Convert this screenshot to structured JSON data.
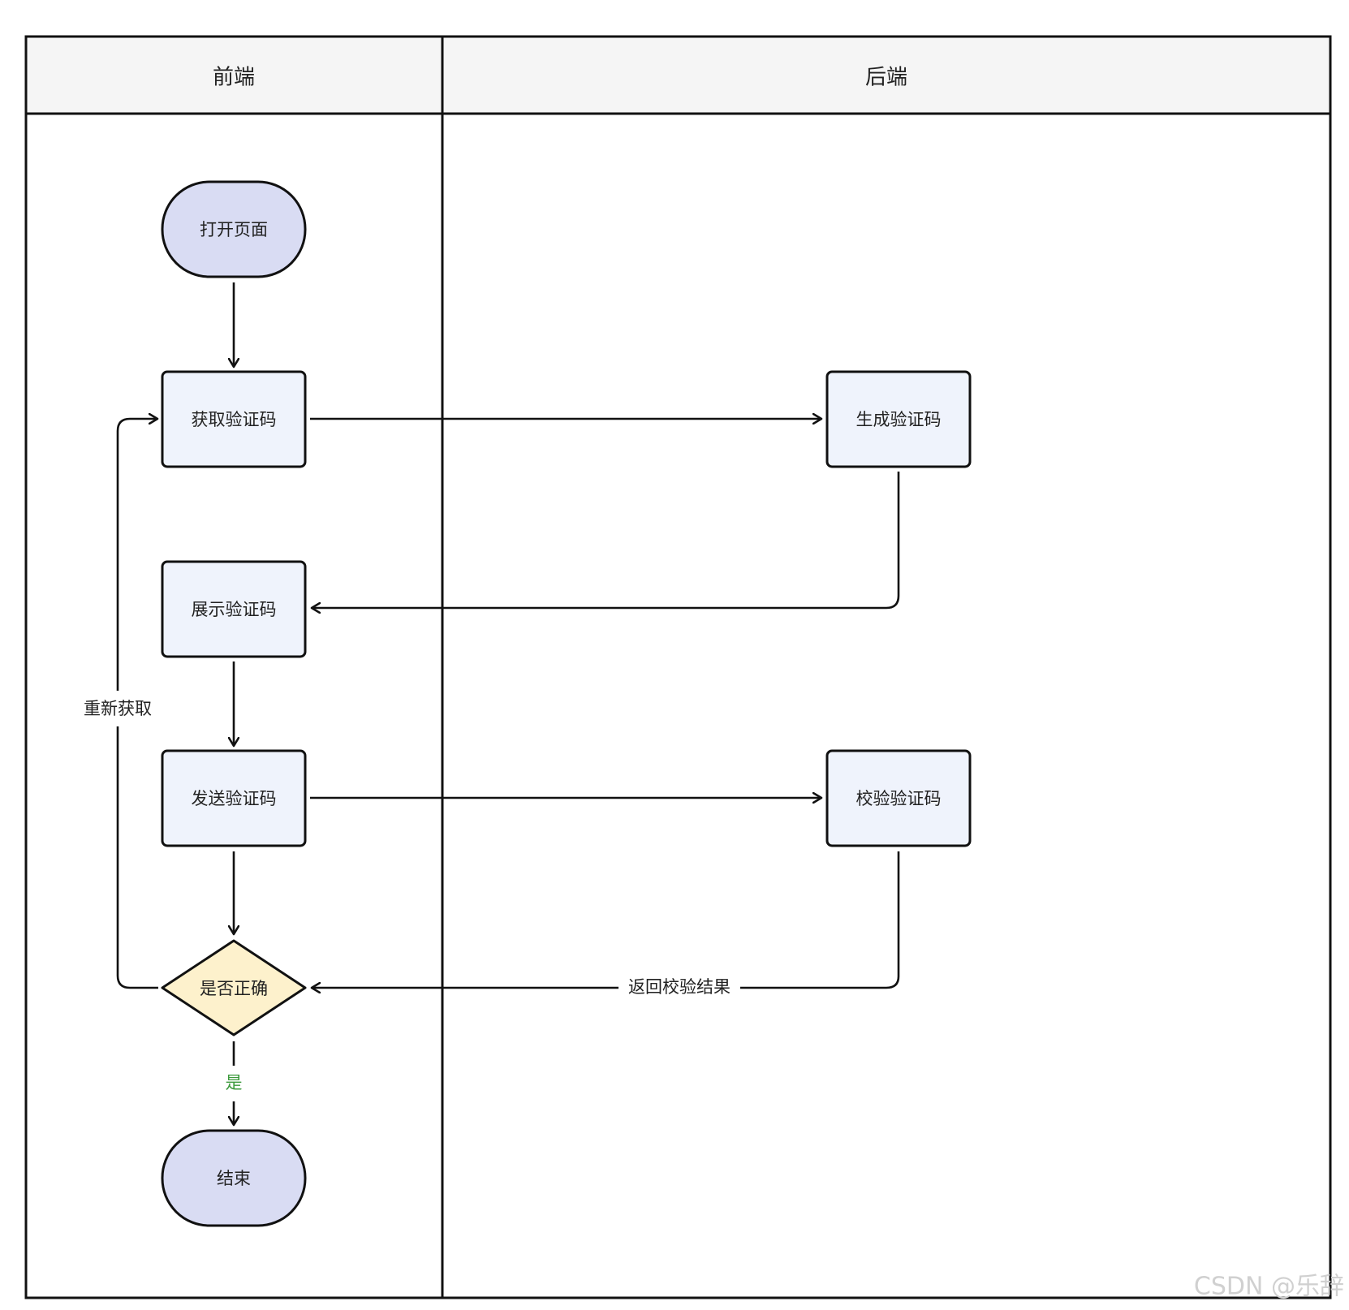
{
  "lanes": {
    "frontend": "前端",
    "backend": "后端"
  },
  "nodes": {
    "open_page": "打开页面",
    "get_code": "获取验证码",
    "gen_code": "生成验证码",
    "show_code": "展示验证码",
    "send_code": "发送验证码",
    "verify_code": "校验验证码",
    "is_correct": "是否正确",
    "end": "结束"
  },
  "edges": {
    "refetch": "重新获取",
    "return_result": "返回校验结果",
    "yes": "是"
  },
  "watermark": "CSDN @乐辞",
  "colors": {
    "terminal_fill": "#d9dcf3",
    "process_fill": "#eff3fc",
    "decision_fill": "#fdf1cc",
    "header_fill": "#f5f5f5",
    "line": "#111111",
    "yes_label": "#3c9a3c"
  }
}
